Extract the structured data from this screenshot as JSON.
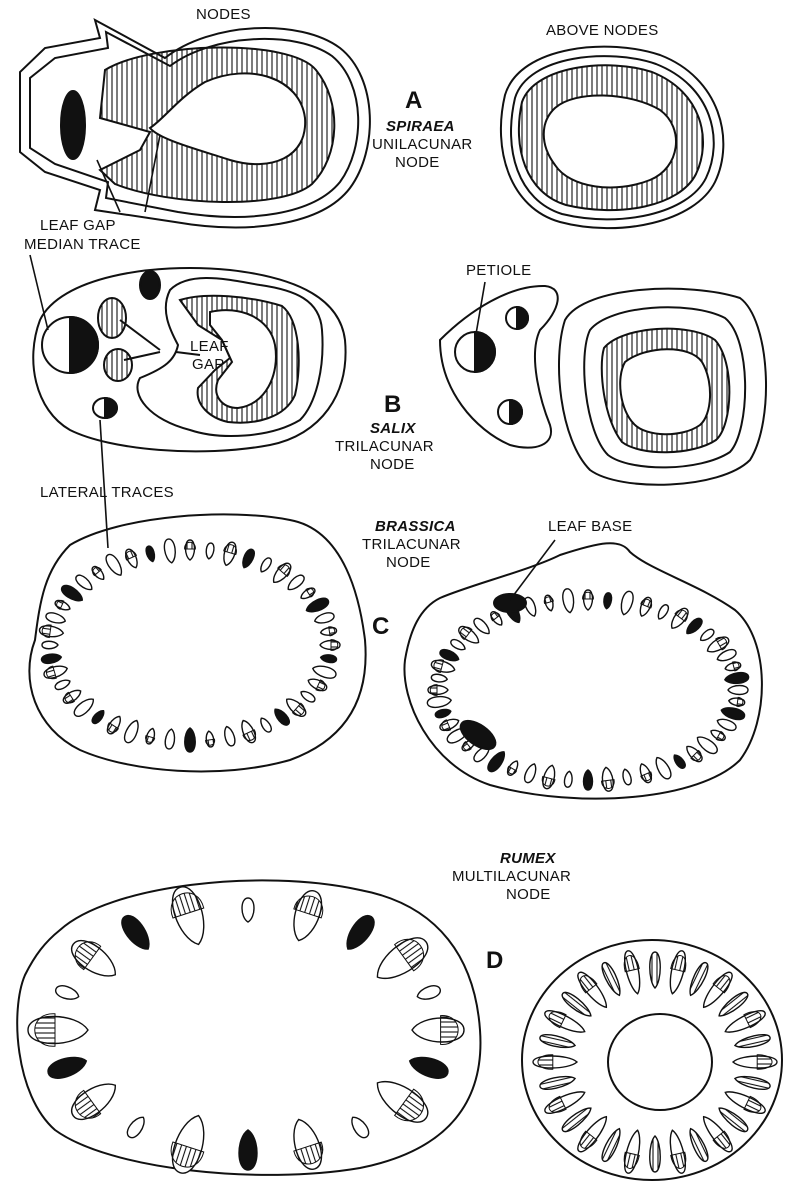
{
  "colors": {
    "ink": "#111111",
    "paper": "#ffffff",
    "xylem_shade": "#cfcfcf"
  },
  "labels": {
    "nodes": "NODES",
    "above_nodes": "ABOVE NODES",
    "leaf_gap_1": "LEAF GAP",
    "median_trace": "MEDIAN TRACE",
    "leaf_gap_2a": "LEAF",
    "leaf_gap_2b": "GAP",
    "petiole": "PETIOLE",
    "lateral_traces": "LATERAL TRACES",
    "leaf_base": "LEAF BASE"
  },
  "panels": {
    "A": {
      "letter": "A",
      "genus": "SPIRAEA",
      "node_line1": "UNILACUNAR",
      "node_line2": "NODE"
    },
    "B": {
      "letter": "B",
      "genus": "SALIX",
      "node_line1": "TRILACUNAR",
      "node_line2": "NODE"
    },
    "C": {
      "letter": "C",
      "genus": "BRASSICA",
      "node_line1": "TRILACUNAR",
      "node_line2": "NODE"
    },
    "D": {
      "letter": "D",
      "genus": "RUMEX",
      "node_line1": "MULTILACUNAR",
      "node_line2": "NODE"
    }
  }
}
